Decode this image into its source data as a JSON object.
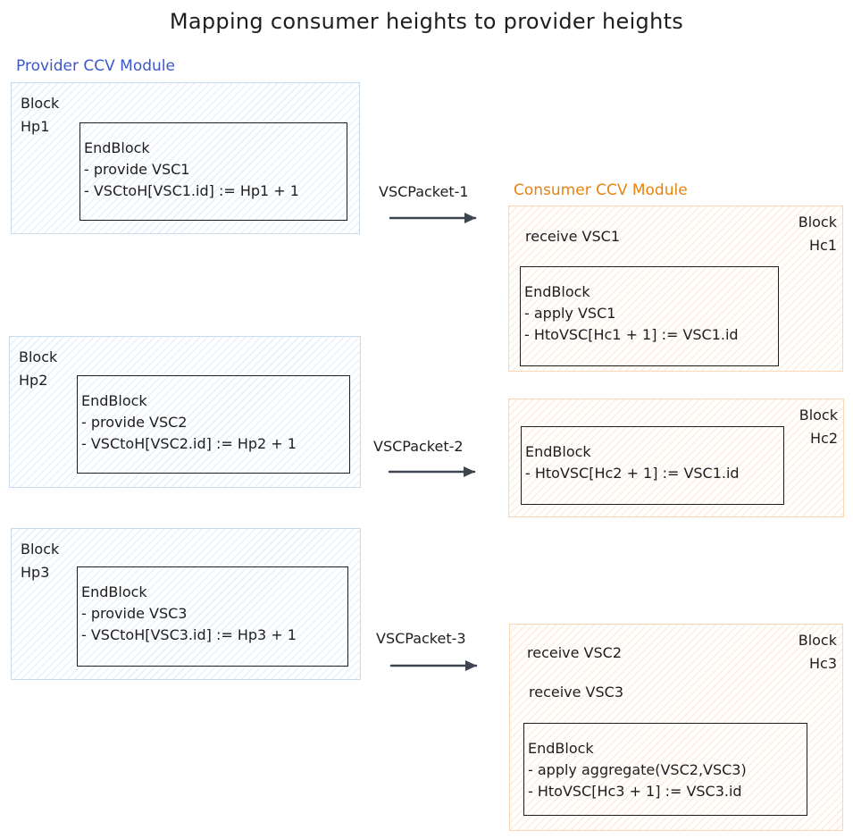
{
  "title": "Mapping consumer heights to provider heights",
  "provider_label": "Provider CCV Module",
  "consumer_label": "Consumer CCV Module",
  "provider_blocks": [
    {
      "block_label": "Block\nHp1",
      "endblock_lines": [
        "EndBlock",
        "- provide VSC1",
        "- VSCtoH[VSC1.id] := Hp1 + 1"
      ]
    },
    {
      "block_label": "Block\nHp2",
      "endblock_lines": [
        "EndBlock",
        "- provide VSC2",
        "- VSCtoH[VSC2.id] := Hp2 + 1"
      ]
    },
    {
      "block_label": "Block\nHp3",
      "endblock_lines": [
        "EndBlock",
        "- provide VSC3",
        "- VSCtoH[VSC3.id] := Hp3 + 1"
      ]
    }
  ],
  "packets": [
    "VSCPacket-1",
    "VSCPacket-2",
    "VSCPacket-3"
  ],
  "consumer_blocks": [
    {
      "block_label": "Block\nHc1",
      "receives": [
        "receive VSC1"
      ],
      "endblock_lines": [
        "EndBlock",
        "- apply VSC1",
        "- HtoVSC[Hc1 + 1] := VSC1.id"
      ]
    },
    {
      "block_label": "Block\nHc2",
      "receives": [],
      "endblock_lines": [
        "EndBlock",
        "- HtoVSC[Hc2 + 1] := VSC1.id"
      ]
    },
    {
      "block_label": "Block\nHc3",
      "receives": [
        "receive VSC2",
        "receive VSC3"
      ],
      "endblock_lines": [
        "EndBlock",
        "- apply aggregate(VSC2,VSC3)",
        "- HtoVSC[Hc3 + 1] := VSC3.id"
      ]
    }
  ]
}
